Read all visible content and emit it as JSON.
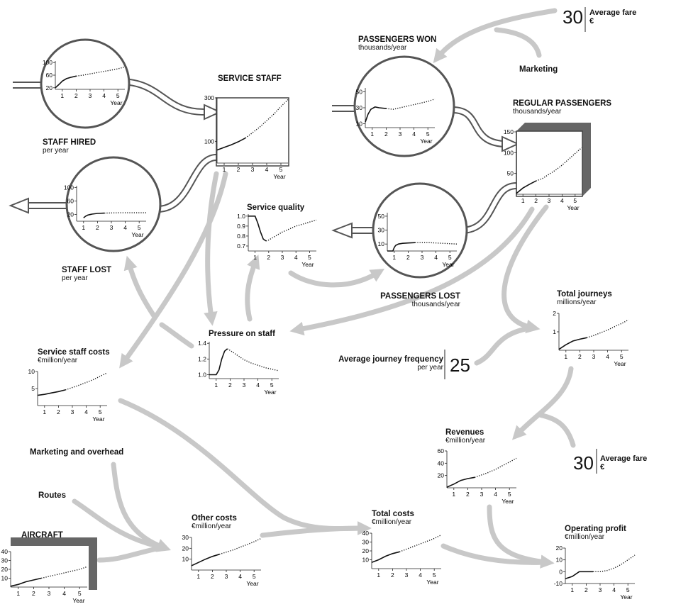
{
  "colors": {
    "flow": "#c8c8c8",
    "pipe": "#555555",
    "stock": "#666666",
    "curve": "#111111"
  },
  "constants": {
    "average_fare_top": {
      "value": "30",
      "label": "Average fare",
      "unit": "€"
    },
    "average_fare_bottom": {
      "value": "30",
      "label": "Average fare",
      "unit": "€"
    },
    "journey_frequency": {
      "value": "25",
      "label": "Average journey frequency",
      "unit": "per year"
    }
  },
  "labels": {
    "marketing": "Marketing",
    "marketing_overhead": "Marketing and overhead",
    "routes": "Routes"
  },
  "chart_data": [
    {
      "id": "staff_hired",
      "type": "line",
      "title": "STAFF HIRED",
      "unit": "per year",
      "xlabel": "Year",
      "x_ticks": [
        1,
        2,
        3,
        4,
        5
      ],
      "xlim": [
        0.5,
        5.5
      ],
      "ylim": [
        15,
        105
      ],
      "y_ticks": [
        20,
        60,
        100
      ],
      "series": [
        {
          "x": [
            0.5,
            0.6,
            0.8,
            1.0,
            1.3,
            1.6,
            2.0,
            2.5,
            3.0,
            3.5,
            4.0,
            4.5,
            5.0,
            5.5
          ],
          "y": [
            20,
            24,
            32,
            41,
            49,
            53,
            57,
            60,
            64,
            68,
            72,
            76,
            80,
            86
          ]
        }
      ]
    },
    {
      "id": "service_staff",
      "type": "line",
      "title": "SERVICE STAFF",
      "unit": "",
      "xlabel": "Year",
      "x_ticks": [
        1,
        2,
        3,
        4,
        5
      ],
      "xlim": [
        0.5,
        5.5
      ],
      "ylim": [
        0,
        300
      ],
      "y_ticks": [
        100,
        300
      ],
      "series": [
        {
          "x": [
            0.5,
            1,
            1.5,
            2,
            2.5,
            3,
            3.5,
            4,
            4.5,
            5,
            5.5
          ],
          "y": [
            60,
            72,
            84,
            98,
            115,
            140,
            165,
            195,
            225,
            260,
            292
          ]
        }
      ]
    },
    {
      "id": "staff_lost",
      "type": "line",
      "title": "STAFF LOST",
      "unit": "per year",
      "xlabel": "Year",
      "x_ticks": [
        1,
        2,
        3,
        4,
        5
      ],
      "xlim": [
        0.5,
        5.5
      ],
      "ylim": [
        0,
        105
      ],
      "y_ticks": [
        20,
        60,
        100
      ],
      "series": [
        {
          "x": [
            1.0,
            1.15,
            1.3,
            1.6,
            2.0,
            2.5,
            3,
            3.5,
            4,
            4.5,
            5,
            5.5
          ],
          "y": [
            10,
            15,
            18,
            21,
            23,
            24,
            24.5,
            25,
            25,
            25,
            25,
            25
          ]
        }
      ]
    },
    {
      "id": "service_quality",
      "type": "line",
      "title": "Service quality",
      "unit": "",
      "xlabel": "Year",
      "x_ticks": [
        1,
        2,
        3,
        4,
        5
      ],
      "xlim": [
        0.5,
        5.5
      ],
      "ylim": [
        0.65,
        1.02
      ],
      "y_ticks": [
        0.7,
        0.8,
        0.9,
        1.0
      ],
      "y_tick_labels": [
        "0.7",
        "0.8",
        "0.9",
        "1.0"
      ],
      "series": [
        {
          "x": [
            0.5,
            1.0,
            1.2,
            1.4,
            1.6,
            1.8,
            2.0,
            2.5,
            3,
            3.5,
            4,
            4.5,
            5,
            5.5
          ],
          "y": [
            1.0,
            1.0,
            0.93,
            0.84,
            0.77,
            0.75,
            0.76,
            0.8,
            0.84,
            0.87,
            0.9,
            0.92,
            0.94,
            0.96
          ]
        }
      ]
    },
    {
      "id": "pressure_on_staff",
      "type": "line",
      "title": "Pressure on staff",
      "unit": "",
      "xlabel": "Year",
      "x_ticks": [
        1,
        2,
        3,
        4,
        5
      ],
      "xlim": [
        0.5,
        5.5
      ],
      "ylim": [
        0.95,
        1.42
      ],
      "y_ticks": [
        1.0,
        1.2,
        1.4
      ],
      "y_tick_labels": [
        "1.0",
        "1.2",
        "1.4"
      ],
      "series": [
        {
          "x": [
            0.5,
            1.0,
            1.2,
            1.4,
            1.6,
            1.8,
            2.0,
            2.5,
            3,
            3.5,
            4,
            4.5,
            5,
            5.5
          ],
          "y": [
            1.0,
            1.0,
            1.06,
            1.2,
            1.3,
            1.33,
            1.31,
            1.25,
            1.19,
            1.15,
            1.12,
            1.09,
            1.07,
            1.05
          ]
        }
      ]
    },
    {
      "id": "passengers_won",
      "type": "line",
      "title": "PASSENGERS WON",
      "unit": "thousands/year",
      "xlabel": "Year",
      "x_ticks": [
        1,
        2,
        3,
        4,
        5
      ],
      "xlim": [
        0.5,
        5.5
      ],
      "ylim": [
        5,
        55
      ],
      "y_ticks": [
        10,
        30,
        50
      ],
      "series": [
        {
          "x": [
            0.5,
            0.7,
            0.9,
            1.2,
            1.5,
            2.0,
            2.5,
            3,
            3.5,
            4,
            4.5,
            5,
            5.5
          ],
          "y": [
            12,
            22,
            28,
            31,
            30,
            29,
            28,
            30,
            32,
            34,
            36,
            38,
            41
          ]
        }
      ]
    },
    {
      "id": "regular_passengers",
      "type": "line",
      "title": "REGULAR PASSENGERS",
      "unit": "thousands/year",
      "xlabel": "Year",
      "x_ticks": [
        1,
        2,
        3,
        4,
        5
      ],
      "xlim": [
        0.5,
        5.5
      ],
      "ylim": [
        0,
        150
      ],
      "y_ticks": [
        50,
        100,
        150
      ],
      "series": [
        {
          "x": [
            0.5,
            1,
            1.5,
            2,
            2.5,
            3,
            3.5,
            4,
            4.5,
            5,
            5.5
          ],
          "y": [
            2,
            15,
            24,
            32,
            38,
            48,
            58,
            70,
            84,
            98,
            112
          ]
        }
      ]
    },
    {
      "id": "passengers_lost",
      "type": "line",
      "title": "PASSENGERS LOST",
      "unit": "thousands/year",
      "xlabel": "Year",
      "x_ticks": [
        1,
        2,
        3,
        4,
        5
      ],
      "xlim": [
        0.5,
        5.5
      ],
      "ylim": [
        0,
        55
      ],
      "y_ticks": [
        10,
        30,
        50
      ],
      "series": [
        {
          "x": [
            0.5,
            0.9,
            1.0,
            1.1,
            1.3,
            1.6,
            2.0,
            2.5,
            3,
            3.5,
            4,
            4.5,
            5,
            5.5
          ],
          "y": [
            0,
            0,
            5,
            8,
            10,
            11,
            11.5,
            12,
            12,
            12,
            11.5,
            11,
            10.5,
            10
          ]
        }
      ]
    },
    {
      "id": "total_journeys",
      "type": "line",
      "title": "Total journeys",
      "unit": "millions/year",
      "xlabel": "Year",
      "x_ticks": [
        1,
        2,
        3,
        4,
        5
      ],
      "xlim": [
        0.5,
        5.5
      ],
      "ylim": [
        0,
        2
      ],
      "y_ticks": [
        1,
        2
      ],
      "series": [
        {
          "x": [
            0.5,
            1,
            1.5,
            2,
            2.5,
            3,
            3.5,
            4,
            4.5,
            5,
            5.5
          ],
          "y": [
            0.05,
            0.3,
            0.5,
            0.6,
            0.68,
            0.8,
            0.95,
            1.1,
            1.28,
            1.45,
            1.65
          ]
        }
      ]
    },
    {
      "id": "revenues",
      "type": "line",
      "title": "Revenues",
      "unit": "€million/year",
      "xlabel": "Year",
      "x_ticks": [
        1,
        2,
        3,
        4,
        5
      ],
      "xlim": [
        0.5,
        5.5
      ],
      "ylim": [
        0,
        60
      ],
      "y_ticks": [
        20,
        40,
        60
      ],
      "series": [
        {
          "x": [
            0.5,
            1,
            1.5,
            2,
            2.5,
            3,
            3.5,
            4,
            4.5,
            5,
            5.5
          ],
          "y": [
            1,
            6,
            12,
            15,
            17,
            21,
            25,
            30,
            36,
            42,
            48
          ]
        }
      ]
    },
    {
      "id": "service_staff_costs",
      "type": "line",
      "title": "Service staff costs",
      "unit": "€million/year",
      "xlabel": "Year",
      "x_ticks": [
        1,
        2,
        3,
        4,
        5
      ],
      "xlim": [
        0.5,
        5.5
      ],
      "ylim": [
        0,
        10
      ],
      "y_ticks": [
        5,
        10
      ],
      "series": [
        {
          "x": [
            0.5,
            1,
            1.5,
            2,
            2.5,
            3,
            3.5,
            4,
            4.5,
            5,
            5.5
          ],
          "y": [
            3,
            3.3,
            3.7,
            4.1,
            4.6,
            5.3,
            6,
            6.8,
            7.6,
            8.6,
            9.6
          ]
        }
      ]
    },
    {
      "id": "other_costs",
      "type": "line",
      "title": "Other costs",
      "unit": "€million/year",
      "xlabel": "Year",
      "x_ticks": [
        1,
        2,
        3,
        4,
        5
      ],
      "xlim": [
        0.5,
        5.5
      ],
      "ylim": [
        0,
        30
      ],
      "y_ticks": [
        10,
        20,
        30
      ],
      "series": [
        {
          "x": [
            0.5,
            1,
            1.5,
            2,
            2.5,
            3,
            3.5,
            4,
            4.5,
            5,
            5.5
          ],
          "y": [
            4,
            7,
            10,
            12.5,
            14.5,
            16.5,
            18.5,
            21,
            23.5,
            26,
            29
          ]
        }
      ]
    },
    {
      "id": "total_costs",
      "type": "line",
      "title": "Total costs",
      "unit": "€million/year",
      "xlabel": "Year",
      "x_ticks": [
        1,
        2,
        3,
        4,
        5
      ],
      "xlim": [
        0.5,
        5.5
      ],
      "ylim": [
        0,
        40
      ],
      "y_ticks": [
        10,
        20,
        30,
        40
      ],
      "series": [
        {
          "x": [
            0.5,
            1,
            1.5,
            2,
            2.5,
            3,
            3.5,
            4,
            4.5,
            5,
            5.5
          ],
          "y": [
            7,
            10,
            14,
            17,
            19,
            22,
            25,
            28,
            31,
            34,
            38
          ]
        }
      ]
    },
    {
      "id": "operating_profit",
      "type": "line",
      "title": "Operating profit",
      "unit": "€million/year",
      "xlabel": "Year",
      "x_ticks": [
        1,
        2,
        3,
        4,
        5
      ],
      "xlim": [
        0.5,
        5.5
      ],
      "ylim": [
        -10,
        20
      ],
      "y_ticks": [
        -10,
        0,
        10,
        20
      ],
      "series": [
        {
          "x": [
            0.5,
            1,
            1.5,
            2,
            2.5,
            3,
            3.5,
            4,
            4.5,
            5,
            5.5
          ],
          "y": [
            -6,
            -4,
            0,
            0,
            0,
            0,
            1,
            3,
            6,
            10,
            14
          ]
        }
      ]
    },
    {
      "id": "aircraft",
      "type": "line",
      "title": "AIRCRAFT",
      "unit": "",
      "xlabel": "Year",
      "x_ticks": [
        1,
        2,
        3,
        4,
        5
      ],
      "xlim": [
        0.5,
        5.5
      ],
      "ylim": [
        0,
        40
      ],
      "y_ticks": [
        10,
        20,
        30,
        40
      ],
      "series": [
        {
          "x": [
            0.5,
            1,
            1.5,
            2,
            2.5,
            3,
            3.5,
            4,
            4.5,
            5,
            5.5
          ],
          "y": [
            1,
            3,
            6,
            8,
            10,
            12,
            14,
            16,
            18,
            20,
            23
          ]
        }
      ]
    }
  ]
}
